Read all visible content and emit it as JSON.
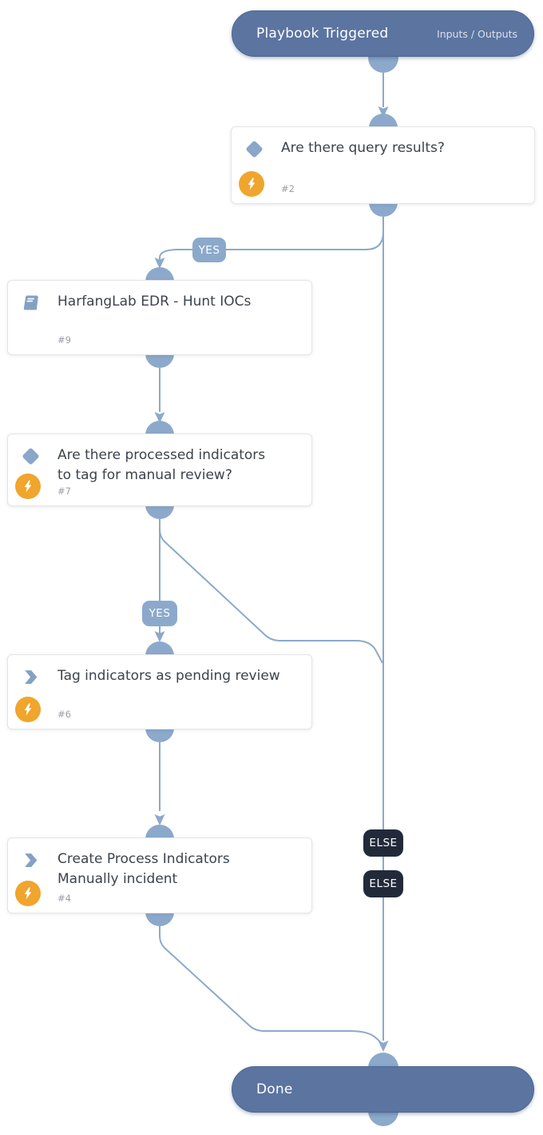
{
  "diagram": {
    "type": "playbook-workflow",
    "nodes": {
      "trigger": {
        "title": "Playbook Triggered",
        "link": "Inputs / Outputs"
      },
      "query": {
        "title": "Are there query results?",
        "id": "#2",
        "kind": "condition"
      },
      "hunt": {
        "title": "HarfangLab EDR - Hunt IOCs",
        "id": "#9",
        "kind": "sub-playbook"
      },
      "processed": {
        "title": "Are there processed indicators\nto tag for manual review?",
        "id": "#7",
        "kind": "condition"
      },
      "tag": {
        "title": "Tag indicators as pending review",
        "id": "#6",
        "kind": "task"
      },
      "create": {
        "title": "Create Process Indicators\nManually incident",
        "id": "#4",
        "kind": "task"
      },
      "done": {
        "title": "Done"
      }
    },
    "branch_labels": {
      "yes1": "YES",
      "yes2": "YES",
      "else1": "ELSE",
      "else2": "ELSE"
    },
    "icons": {
      "condition": "diamond-icon",
      "sub_playbook": "book-icon",
      "task": "chevron-right-icon",
      "automation": "lightning-icon"
    },
    "colors": {
      "terminal_pill": "#5b74a0",
      "connector": "#8ca9cb",
      "yes_badge": "#8ca9cb",
      "else_badge": "#222a3a",
      "lightning_badge": "#f0a52d",
      "node_icon": "#84a1c4",
      "card_border": "#e3e5e8",
      "title_text": "#3d434c",
      "task_id_text": "#999ea6"
    }
  }
}
